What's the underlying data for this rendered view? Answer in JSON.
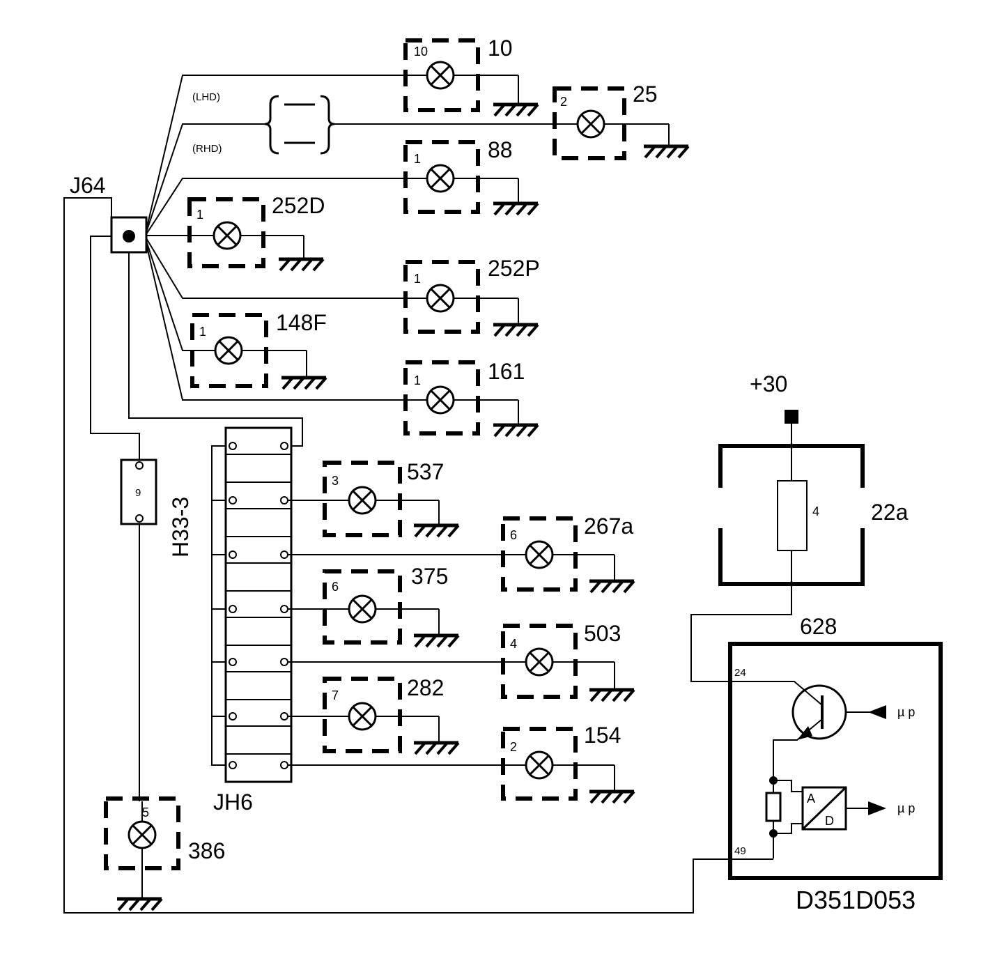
{
  "diagram": {
    "ref_code": "D351D053",
    "connector_j64": "J64",
    "connector_jh6": "JH6",
    "module_h33": "H33-3",
    "h33_pin": "9",
    "supply": "+30",
    "fuse_box": "22a",
    "fuse_number": "4",
    "control_unit": "628",
    "pin_24": "24",
    "pin_49": "49",
    "ad_a": "A",
    "ad_d": "D",
    "mu_p_top": "µ p",
    "mu_p_bottom": "µ p",
    "lhd": "(LHD)",
    "rhd": "(RHD)",
    "lamps": {
      "l10": {
        "pin": "10",
        "id": "10"
      },
      "l25": {
        "pin": "2",
        "id": "25"
      },
      "l88": {
        "pin": "1",
        "id": "88"
      },
      "l252d": {
        "pin": "1",
        "id": "252D"
      },
      "l252p": {
        "pin": "1",
        "id": "252P"
      },
      "l148f": {
        "pin": "1",
        "id": "148F"
      },
      "l161": {
        "pin": "1",
        "id": "161"
      },
      "l537": {
        "pin": "3",
        "id": "537"
      },
      "l267a": {
        "pin": "6",
        "id": "267a"
      },
      "l375": {
        "pin": "6",
        "id": "375"
      },
      "l503": {
        "pin": "4",
        "id": "503"
      },
      "l282": {
        "pin": "7",
        "id": "282"
      },
      "l154": {
        "pin": "2",
        "id": "154"
      },
      "l386": {
        "pin": "5",
        "id": "386"
      }
    }
  }
}
